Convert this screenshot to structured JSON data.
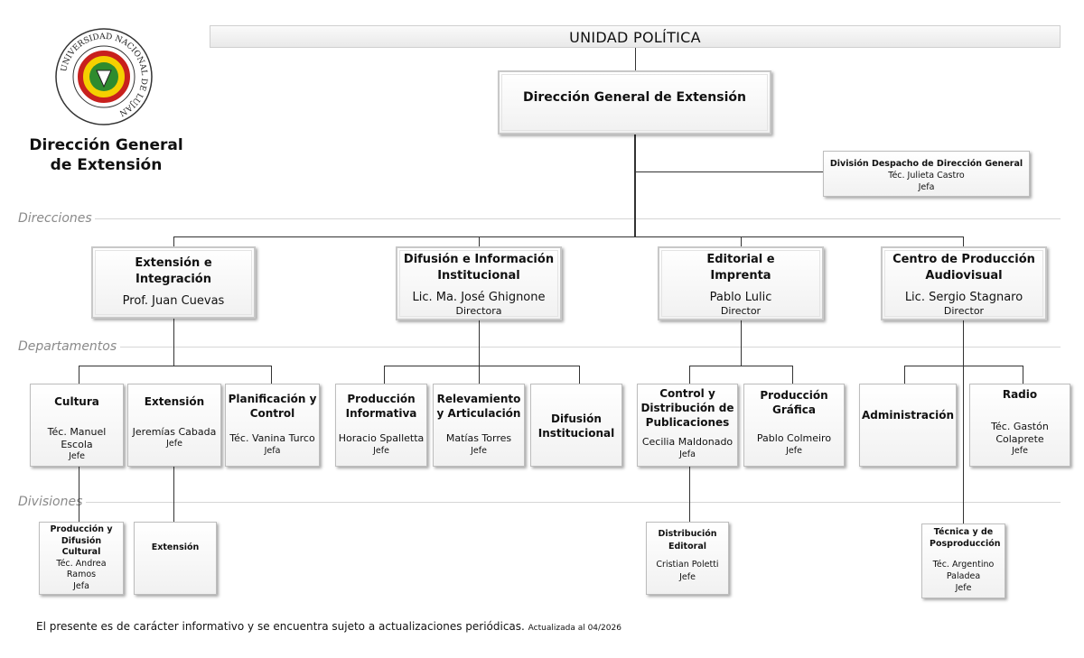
{
  "logo": {
    "ring_text": "UNIVERSIDAD NACIONAL DE LUJAN"
  },
  "side_title": {
    "line1": "Dirección General",
    "line2": "de Extensión"
  },
  "top_bar": {
    "label": "UNIDAD POLÍTICA"
  },
  "root": {
    "title": "Dirección General de Extensión"
  },
  "despacho": {
    "title": "División Despacho de Dirección General",
    "name": "Téc. Julieta Castro",
    "role": "Jefa"
  },
  "levels": {
    "direcciones": "Direcciones",
    "departamentos": "Departamentos",
    "divisiones": "Divisiones"
  },
  "direcciones": [
    {
      "title": "Extensión e Integración",
      "name": "Prof. Juan Cuevas",
      "role": ""
    },
    {
      "title": "Difusión e Información Institucional",
      "name": "Lic. Ma. José Ghignone",
      "role": "Directora"
    },
    {
      "title": "Editorial e Imprenta",
      "name": "Pablo Lulic",
      "role": "Director"
    },
    {
      "title": "Centro de Producción Audiovisual",
      "name": "Lic. Sergio Stagnaro",
      "role": "Director"
    }
  ],
  "departamentos": [
    {
      "title": "Cultura",
      "name": "Téc. Manuel Escola",
      "role": "Jefe"
    },
    {
      "title": "Extensión",
      "name": "Jeremías Cabada",
      "role": "Jefe"
    },
    {
      "title": "Planificación y Control",
      "name": "Téc. Vanina Turco",
      "role": "Jefa"
    },
    {
      "title": "Producción Informativa",
      "name": "Horacio Spalletta",
      "role": "Jefe"
    },
    {
      "title": "Relevamiento y Articulación",
      "name": "Matías Torres",
      "role": "Jefe"
    },
    {
      "title": "Difusión Institucional",
      "name": "",
      "role": ""
    },
    {
      "title": "Control y Distribución de Publicaciones",
      "name": "Cecilia Maldonado",
      "role": "Jefa"
    },
    {
      "title": "Producción Gráfica",
      "name": "Pablo Colmeiro",
      "role": "Jefe"
    },
    {
      "title": "Administración",
      "name": "",
      "role": ""
    },
    {
      "title": "Radio",
      "name": "Téc. Gastón Colaprete",
      "role": "Jefe"
    }
  ],
  "divisiones": [
    {
      "title": "Producción y Difusión Cultural",
      "name": "Téc. Andrea Ramos",
      "role": "Jefa"
    },
    {
      "title": "Extensión",
      "name": "",
      "role": ""
    },
    {
      "title": "Distribución Editoral",
      "name": "Cristian Poletti",
      "role": "Jefe"
    },
    {
      "title": "Técnica y de Posproducción",
      "name": "Téc. Argentino Paladea",
      "role": "Jefe"
    }
  ],
  "footer": {
    "text": "El presente es de carácter informativo y se encuentra sujeto a actualizaciones periódicas.",
    "updated": "Actualizada al 04/2026"
  }
}
